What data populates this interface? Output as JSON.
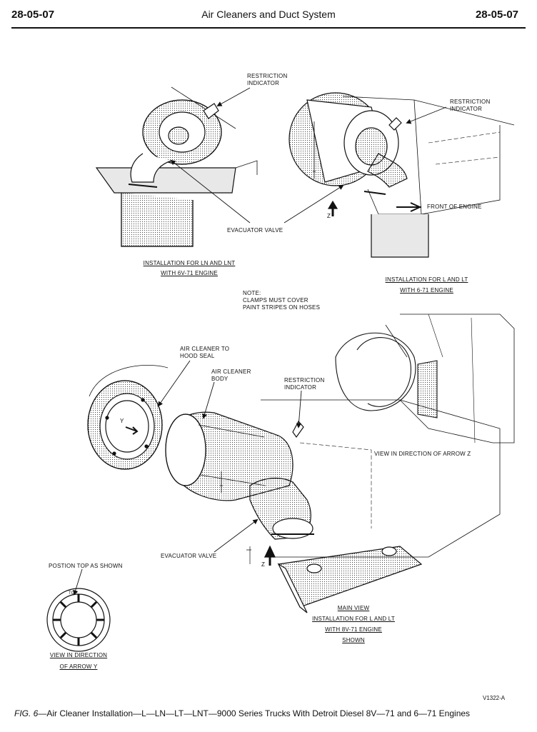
{
  "header": {
    "page_left": "28-05-07",
    "title": "Air Cleaners and Duct System",
    "page_right": "28-05-07"
  },
  "labels": {
    "restriction_indicator_1": "RESTRICTION\nINDICATOR",
    "restriction_indicator_2": "RESTRICTION\nINDICATOR",
    "front_of_engine": "FRONT OF ENGINE",
    "evacuator_valve_1": "EVACUATOR VALVE",
    "arrow_z_1": "Z",
    "install_ln_1": "INSTALLATION FOR LN AND LNT",
    "install_ln_2": "WITH 6V-71 ENGINE",
    "install_l_1": "INSTALLATION FOR L AND LT",
    "install_l_2": "WITH 6-71 ENGINE",
    "note": "NOTE:\nCLAMPS MUST COVER\nPAINT STRIPES ON HOSES",
    "hood_seal": "AIR CLEANER TO\nHOOD SEAL",
    "cleaner_body": "AIR CLEANER\nBODY",
    "restriction_indicator_3": "RESTRICTION\nINDICATOR",
    "arrow_y": "Y",
    "view_z": "VIEW IN DIRECTION OF ARROW Z",
    "evacuator_valve_2": "EVACUATOR VALVE",
    "arrow_z_2": "Z",
    "position_top": "POSTION TOP AS SHOWN",
    "top_mark": "TOP",
    "view_y_1": "VIEW IN DIRECTION",
    "view_y_2": "OF ARROW Y",
    "main_view_1": "MAIN VIEW",
    "main_view_2": "INSTALLATION FOR L AND LT",
    "main_view_3": "WITH 8V-71 ENGINE",
    "main_view_4": "SHOWN",
    "drawing_code": "V1322-A"
  },
  "caption": {
    "fig": "FIG. 6",
    "text": "—Air Cleaner Installation—L—LN—LT—LNT—9000 Series Trucks With Detroit Diesel 8V—71 and 6—71 Engines"
  }
}
